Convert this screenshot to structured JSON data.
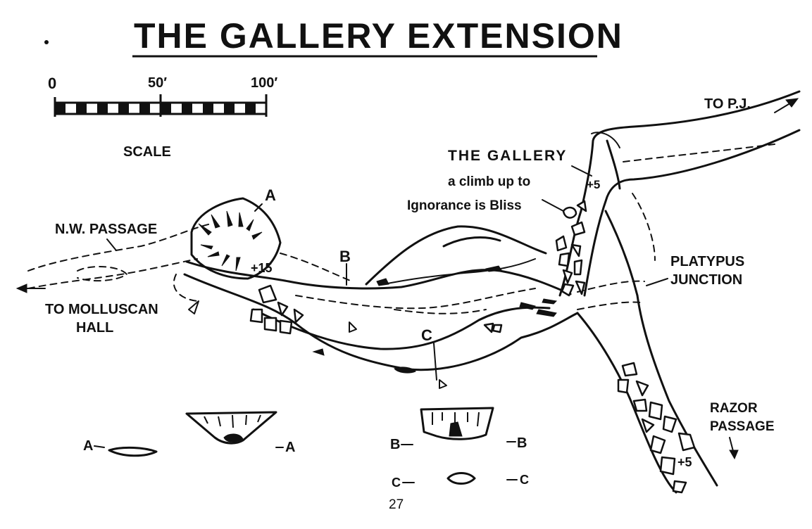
{
  "title": "THE GALLERY EXTENSION",
  "scale": {
    "tick_0": "0",
    "tick_50": "50′",
    "tick_100": "100′",
    "label": "SCALE"
  },
  "labels": {
    "to_pj": "TO P.J.",
    "the_gallery": "THE GALLERY",
    "climb_line1": "a climb up to",
    "climb_line2": "Ignorance is Bliss",
    "nw_passage": "N.W. PASSAGE",
    "to_molluscan_1": "TO MOLLUSCAN",
    "to_molluscan_2": "HALL",
    "platypus_1": "PLATYPUS",
    "platypus_2": "JUNCTION",
    "razor_1": "RAZOR",
    "razor_2": "PASSAGE",
    "section_a": "A",
    "section_b": "B",
    "section_c": "C",
    "height_15": "+15",
    "height_5_upper": "+5",
    "height_5_lower": "+5"
  },
  "cross_sections": {
    "a_left": "A",
    "a_right": "A",
    "b_left": "B",
    "b_right": "B",
    "c_left": "C",
    "c_right": "C"
  },
  "page_number": "27"
}
